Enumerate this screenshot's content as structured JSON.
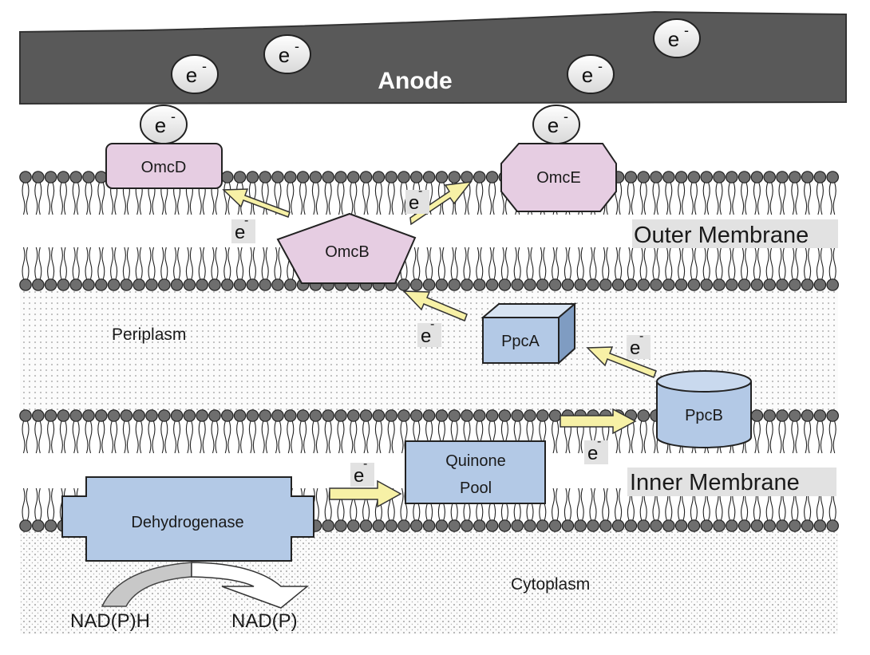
{
  "anode": {
    "label": "Anode"
  },
  "electron": {
    "symbol": "e",
    "superscript": "-"
  },
  "regions": {
    "outer_membrane": "Outer Membrane",
    "periplasm": "Periplasm",
    "inner_membrane": "Inner Membrane",
    "cytoplasm": "Cytoplasm"
  },
  "proteins": {
    "omcd": "OmcD",
    "omce": "OmcE",
    "omcb": "OmcB",
    "ppca": "PpcA",
    "ppcb": "PpcB",
    "quinone_line1": "Quinone",
    "quinone_line2": "Pool",
    "dehydrogenase": "Dehydrogenase"
  },
  "cofactors": {
    "substrate": "NAD(P)H",
    "product": "NAD(P)"
  },
  "colors": {
    "anode": "#595959",
    "outer_protein": "#e6cde2",
    "inner_protein": "#b3c9e6",
    "arrow": "#f7f1a6",
    "lipid_head": "#6e6e6e",
    "label_box": "#e2e2e2"
  }
}
